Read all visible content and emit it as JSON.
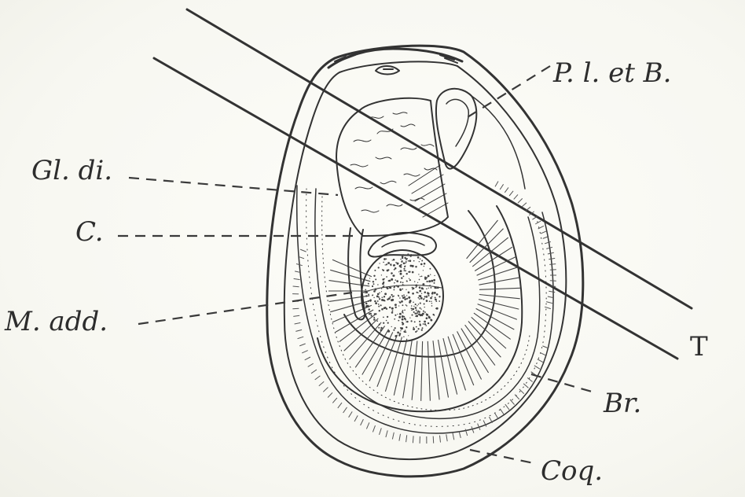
{
  "labels": {
    "palp": "P. l. et B.",
    "gland": "Gl. di.",
    "heart": "C.",
    "muscle": "M. add.",
    "plane": "T",
    "gills": "Br.",
    "shell": "Coq."
  }
}
